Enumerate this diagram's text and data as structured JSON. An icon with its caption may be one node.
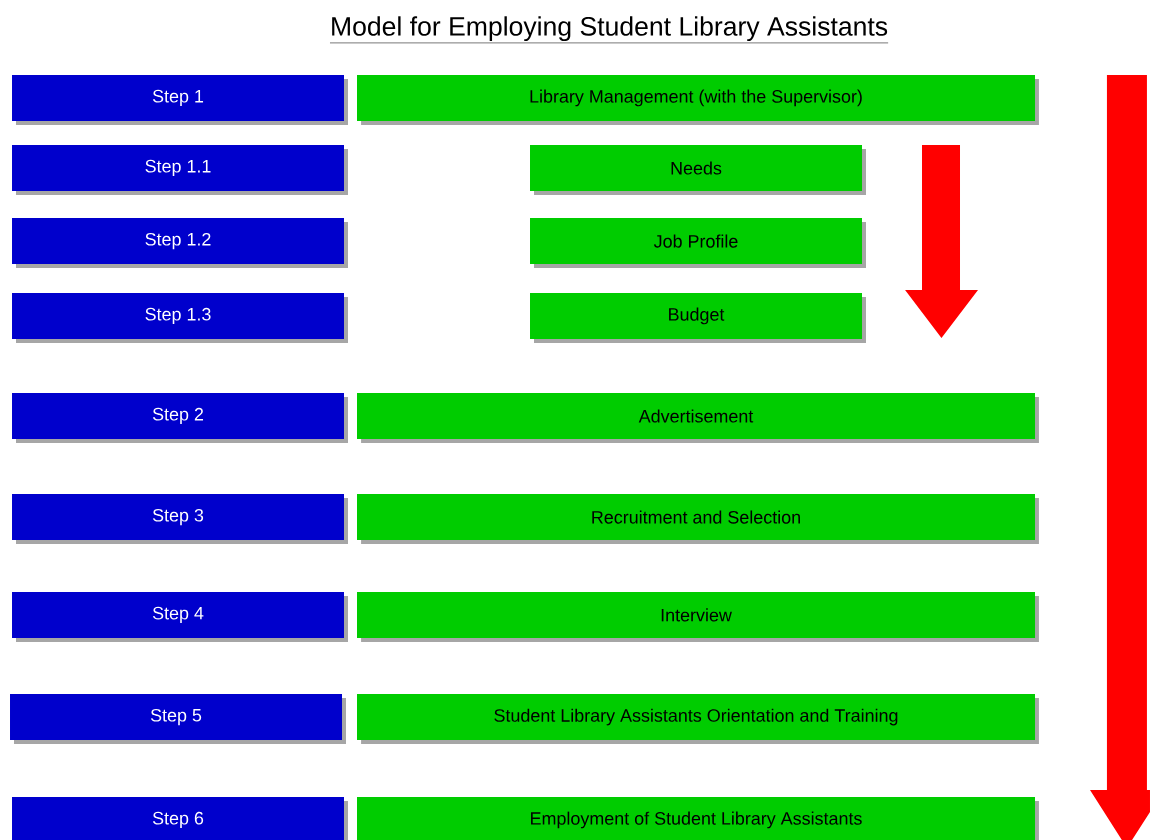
{
  "diagram": {
    "title": "Model for Employing Student Library Assistants",
    "nodes": [
      {
        "text": [
          "Step 1"
        ]
      },
      {
        "text": [
          "Library Management (with the Supervisor)"
        ]
      },
      {
        "text": [
          "Step 1.1"
        ]
      },
      {
        "text": [
          "Needs"
        ]
      },
      {
        "text": [
          "Step 1.2"
        ]
      },
      {
        "text": [
          "Job Profile"
        ]
      },
      {
        "text": [
          "Step 1.3"
        ]
      },
      {
        "text": [
          "Budget"
        ]
      },
      {
        "text": [
          "Step 2"
        ]
      },
      {
        "text": [
          "Advertisement"
        ]
      },
      {
        "text": [
          "Step 3"
        ]
      },
      {
        "text": [
          "Recruitment and Selection"
        ]
      },
      {
        "text": [
          "Step 4"
        ]
      },
      {
        "text": [
          "Interview"
        ]
      },
      {
        "text": [
          "Step 5"
        ]
      },
      {
        "text": [
          "Student Library Assistants Orientation and Training"
        ]
      },
      {
        "text": [
          "Step 6"
        ]
      },
      {
        "text": [
          "Employment of Student Library Assistants"
        ]
      }
    ]
  }
}
